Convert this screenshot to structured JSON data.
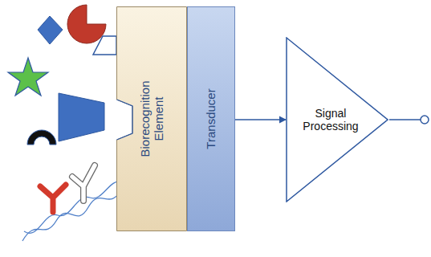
{
  "diagram": {
    "nodes": [
      {
        "text": [
          "Biorecognition Element"
        ]
      },
      {
        "text": [
          "Transducer"
        ]
      },
      {
        "text": [
          "Signal Processing"
        ]
      }
    ],
    "edges": [
      {
        "from": 1,
        "to": 2,
        "arrow": "to"
      }
    ]
  }
}
